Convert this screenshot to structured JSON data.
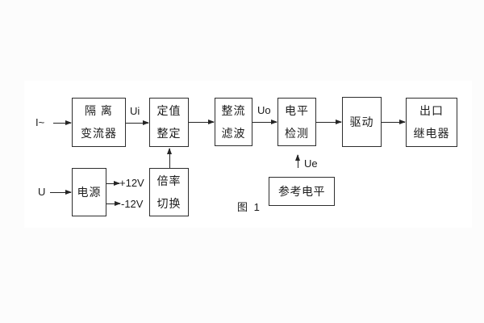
{
  "figure": {
    "caption": "图 1"
  },
  "diagram": {
    "boxes": [
      {
        "id": "isolation-transformer",
        "lines": [
          "隔 离",
          "变流器"
        ]
      },
      {
        "id": "setpoint-adjust",
        "lines": [
          "定值",
          "整定"
        ]
      },
      {
        "id": "rectifier-filter",
        "lines": [
          "整流",
          "滤波"
        ]
      },
      {
        "id": "level-detector",
        "lines": [
          "电平",
          "检测"
        ]
      },
      {
        "id": "driver",
        "lines": [
          "驱动"
        ]
      },
      {
        "id": "output-relay",
        "lines": [
          "出口",
          "继电器"
        ]
      },
      {
        "id": "power-supply",
        "lines": [
          "电源"
        ]
      },
      {
        "id": "ratio-switch",
        "lines": [
          "倍率",
          "切换"
        ]
      },
      {
        "id": "reference-level",
        "lines": [
          "参考电平"
        ]
      }
    ],
    "signals": {
      "input_current": "I~",
      "input_voltage": "U",
      "ui": "Ui",
      "uo": "Uo",
      "ue": "Ue",
      "plus12v": "+12V",
      "minus12v": "-12V"
    },
    "line_color": "#252525"
  }
}
